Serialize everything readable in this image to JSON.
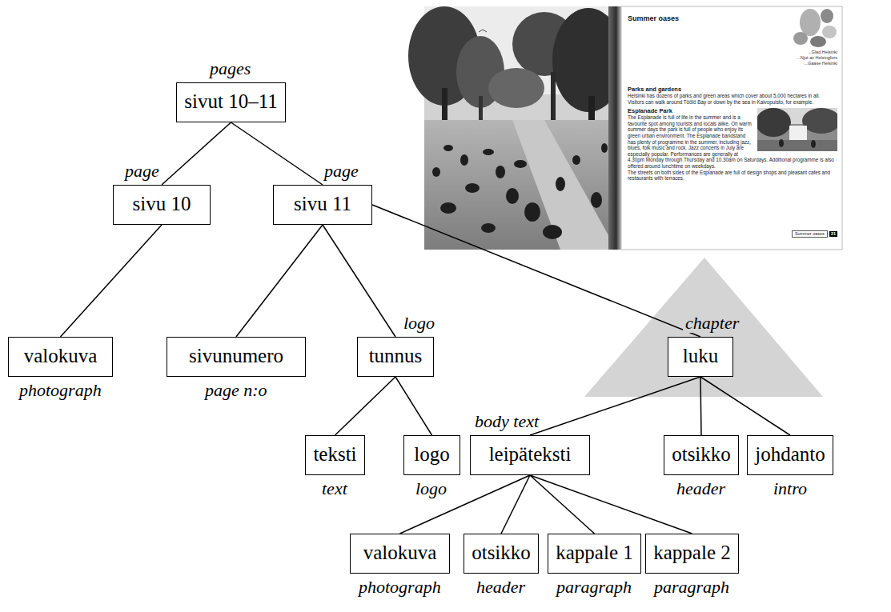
{
  "diagram": {
    "nodes": [
      {
        "text": [
          "sivut 10–11",
          "pages"
        ]
      },
      {
        "text": [
          "sivu 10",
          "page"
        ]
      },
      {
        "text": [
          "sivu 11",
          "page"
        ]
      },
      {
        "text": [
          "valokuva",
          "photograph"
        ]
      },
      {
        "text": [
          "sivunumero",
          "page n:o"
        ]
      },
      {
        "text": [
          "tunnus",
          "logo"
        ]
      },
      {
        "text": [
          "luku",
          "chapter"
        ]
      },
      {
        "text": [
          "teksti",
          "text"
        ]
      },
      {
        "text": [
          "logo",
          "logo"
        ]
      },
      {
        "text": [
          "leipäteksti",
          "body text"
        ]
      },
      {
        "text": [
          "otsikko",
          "header"
        ]
      },
      {
        "text": [
          "johdanto",
          "intro"
        ]
      },
      {
        "text": [
          "valokuva",
          "photograph"
        ]
      },
      {
        "text": [
          "otsikko",
          "header"
        ]
      },
      {
        "text": [
          "kappale 1",
          "paragraph"
        ]
      },
      {
        "text": [
          "kappale 2",
          "paragraph"
        ]
      }
    ],
    "edges": [
      {
        "from": 0,
        "to": 1,
        "arrow": "none"
      },
      {
        "from": 0,
        "to": 2,
        "arrow": "none"
      },
      {
        "from": 1,
        "to": 3,
        "arrow": "none"
      },
      {
        "from": 2,
        "to": 4,
        "arrow": "none"
      },
      {
        "from": 2,
        "to": 5,
        "arrow": "none"
      },
      {
        "from": 2,
        "to": 6,
        "arrow": "none"
      },
      {
        "from": 5,
        "to": 7,
        "arrow": "none"
      },
      {
        "from": 5,
        "to": 8,
        "arrow": "none"
      },
      {
        "from": 6,
        "to": 9,
        "arrow": "none"
      },
      {
        "from": 6,
        "to": 10,
        "arrow": "none"
      },
      {
        "from": 6,
        "to": 11,
        "arrow": "none"
      },
      {
        "from": 9,
        "to": 12,
        "arrow": "none"
      },
      {
        "from": 9,
        "to": 13,
        "arrow": "none"
      },
      {
        "from": 9,
        "to": 14,
        "arrow": "none"
      },
      {
        "from": 9,
        "to": 15,
        "arrow": "none"
      }
    ],
    "labels": [
      "Summer oases",
      "...Glad Helsinki",
      "...Njut av Helsingfors",
      "...Gaase Helsinki",
      "Parks and gardens",
      "Helsinki has dozens of parks and green areas which cover about 5,000 hectares in all. Visitors can walk around Töölö Bay or down by the sea in Kaivopuisto, for example.",
      "Esplanade Park",
      "The Esplanade is full of life in the summer and is a favourite spot among tourists and locals alike. On warm summer days the park is full of people who enjoy its green urban environment. The Esplanade bandstand has plenty of programme in the summer, including jazz, blues, folk music and rock. Jazz concerts in July are especially popular. Performances are generally at 4.30pm Monday through Thursday and 10.30am on Saturdays. Additional programme is also offered around lunchtime on weekdays.",
      "The streets on both sides of the Esplanade are full of design shops and pleasant cafes and restaurants with terraces.",
      "Summer oases",
      "21"
    ]
  }
}
